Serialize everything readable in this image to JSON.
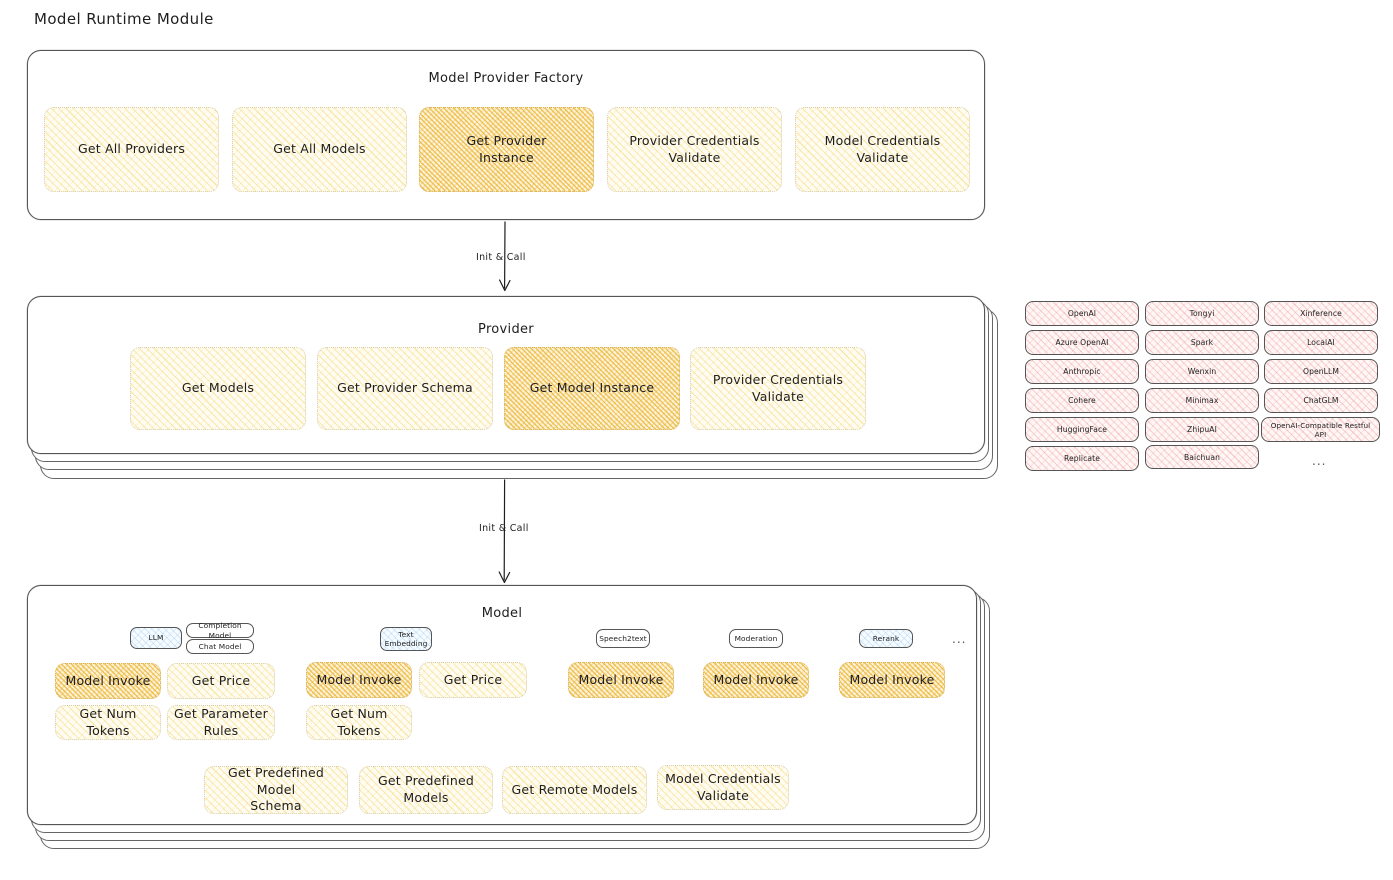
{
  "page": {
    "title": "Model Runtime Module",
    "colors": {
      "highlight_amber": "#ebb22b",
      "fill_yellow": "#f2c94c",
      "provider_pink": "#e03131",
      "model_type_blue": "#1c7ed6",
      "stroke": "#1e1e1e",
      "background": "#ffffff"
    }
  },
  "factory": {
    "title": "Model Provider Factory",
    "boxes": [
      {
        "label": "Get All Providers",
        "highlighted": false
      },
      {
        "label": "Get All Models",
        "highlighted": false
      },
      {
        "label": "Get Provider\nInstance",
        "highlighted": true
      },
      {
        "label": "Provider Credentials\nValidate",
        "highlighted": false
      },
      {
        "label": "Model Credentials\nValidate",
        "highlighted": false
      }
    ]
  },
  "arrows": [
    {
      "label": "Init & Call",
      "from": "Model Provider Factory",
      "to": "Provider"
    },
    {
      "label": "Init & Call",
      "from": "Provider",
      "to": "Model"
    }
  ],
  "provider": {
    "title": "Provider",
    "boxes": [
      {
        "label": "Get Models",
        "highlighted": false
      },
      {
        "label": "Get Provider Schema",
        "highlighted": false
      },
      {
        "label": "Get Model Instance",
        "highlighted": true
      },
      {
        "label": "Provider Credentials\nValidate",
        "highlighted": false
      }
    ],
    "stack_layers": 3
  },
  "provider_list": {
    "columns": [
      [
        "OpenAI",
        "Azure OpenAI",
        "Anthropic",
        "Cohere",
        "HuggingFace",
        "Replicate"
      ],
      [
        "Tongyi",
        "Spark",
        "Wenxin",
        "Minimax",
        "ZhipuAI",
        "Baichuan"
      ],
      [
        "Xinference",
        "LocalAI",
        "OpenLLM",
        "ChatGLM",
        "OpenAI-Compatible Restful API"
      ]
    ],
    "ellipsis": "..."
  },
  "model": {
    "title": "Model",
    "stack_layers": 3,
    "ellipsis": "...",
    "types": [
      {
        "name": "LLM",
        "active": true,
        "tags": [
          "Completion Model",
          "Chat Model"
        ],
        "methods": [
          {
            "label": "Model Invoke",
            "highlighted": true
          },
          {
            "label": "Get Price",
            "highlighted": false
          },
          {
            "label": "Get Num Tokens",
            "highlighted": false
          },
          {
            "label": "Get Parameter\nRules",
            "highlighted": false
          }
        ]
      },
      {
        "name": "Text\nEmbedding",
        "active": false,
        "tags": [],
        "methods": [
          {
            "label": "Model Invoke",
            "highlighted": true
          },
          {
            "label": "Get Price",
            "highlighted": false
          },
          {
            "label": "Get Num Tokens",
            "highlighted": false
          }
        ]
      },
      {
        "name": "Speech2text",
        "active": false,
        "tags": [],
        "methods": [
          {
            "label": "Model Invoke",
            "highlighted": true
          }
        ]
      },
      {
        "name": "Moderation",
        "active": false,
        "tags": [],
        "methods": [
          {
            "label": "Model Invoke",
            "highlighted": true
          }
        ]
      },
      {
        "name": "Rerank",
        "active": true,
        "tags": [],
        "methods": [
          {
            "label": "Model Invoke",
            "highlighted": true
          }
        ]
      }
    ],
    "common_methods": [
      "Get Predefined Model\nSchema",
      "Get Predefined\nModels",
      "Get Remote Models",
      "Model Credentials\nValidate"
    ]
  }
}
